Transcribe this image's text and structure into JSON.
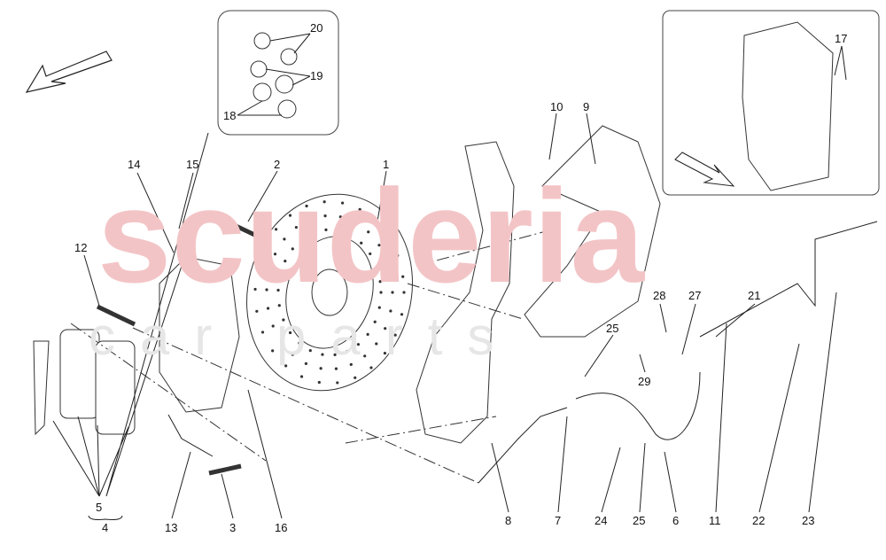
{
  "watermark": {
    "line1": "scuderia",
    "line2": "car parts"
  },
  "labels": [
    {
      "id": "20",
      "text": "20"
    },
    {
      "id": "19",
      "text": "19"
    },
    {
      "id": "18",
      "text": "18"
    },
    {
      "id": "17",
      "text": "17"
    },
    {
      "id": "10",
      "text": "10"
    },
    {
      "id": "9",
      "text": "9"
    },
    {
      "id": "14",
      "text": "14"
    },
    {
      "id": "15",
      "text": "15"
    },
    {
      "id": "2",
      "text": "2"
    },
    {
      "id": "1",
      "text": "1"
    },
    {
      "id": "12",
      "text": "12"
    },
    {
      "id": "28",
      "text": "28"
    },
    {
      "id": "27",
      "text": "27"
    },
    {
      "id": "21",
      "text": "21"
    },
    {
      "id": "25a",
      "text": "25"
    },
    {
      "id": "29",
      "text": "29"
    },
    {
      "id": "5",
      "text": "5"
    },
    {
      "id": "4",
      "text": "4"
    },
    {
      "id": "13",
      "text": "13"
    },
    {
      "id": "3",
      "text": "3"
    },
    {
      "id": "16",
      "text": "16"
    },
    {
      "id": "8",
      "text": "8"
    },
    {
      "id": "7",
      "text": "7"
    },
    {
      "id": "24",
      "text": "24"
    },
    {
      "id": "25b",
      "text": "25"
    },
    {
      "id": "6",
      "text": "6"
    },
    {
      "id": "11",
      "text": "11"
    },
    {
      "id": "22",
      "text": "22"
    },
    {
      "id": "23",
      "text": "23"
    }
  ],
  "colors": {
    "watermark": "#f3c4c6",
    "line": "#222222"
  }
}
